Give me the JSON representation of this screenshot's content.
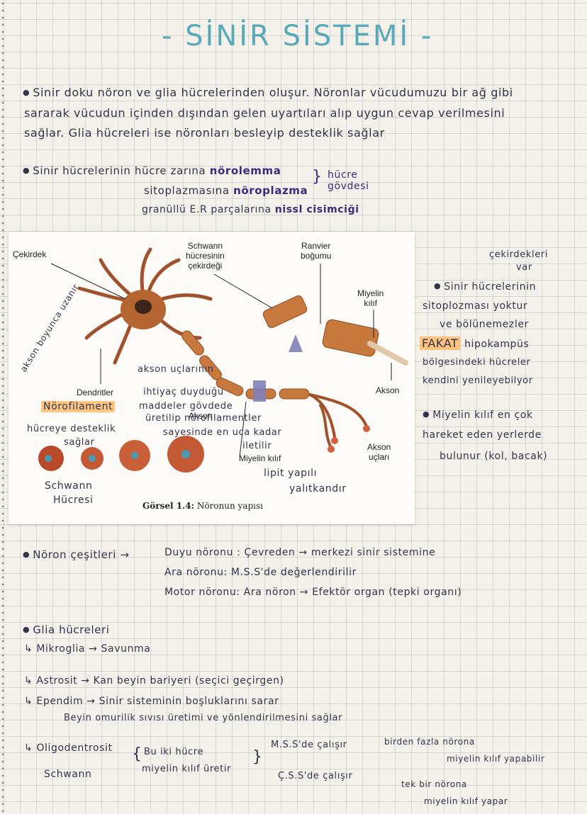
{
  "title": "- SİNİR SİSTEMİ -",
  "intro": {
    "line1": "Sinir doku nöron ve glia hücrelerinden oluşur. Nöronlar vücudumuzu bir ağ gibi",
    "line2": "sararak vücudun içinden dışından gelen uyartıları alıp uygun cevap verilmesini",
    "line3": "sağlar. Glia hücreleri ise nöronları besleyip desteklik sağlar"
  },
  "cells": {
    "line1a": "Sinir hücrelerinin hücre zarına",
    "line1b": "nörolemma",
    "line2a": "sitoplazmasına",
    "line2b": "nöroplazma",
    "line3a": "granüllü E.R parçalarına",
    "line3b": "nissl cisimciği",
    "brace_label1": "hücre",
    "brace_label2": "gövdesi"
  },
  "figure": {
    "labels": {
      "nucleus": "Çekirdek",
      "schwann_nucleus": "Schwann\nhücresinin\nçekirdeği",
      "ranvier": "Ranvier\nboğumu",
      "myelin_sheath_top": "Miyelin\nkılıf",
      "axon_right": "Akson",
      "dendrites": "Dendritler",
      "axon_mid": "Akson",
      "myelin_sheath_bottom": "Miyelin kılıf",
      "axon_terminals": "Akson\nuçları"
    },
    "caption_bold": "Görsel 1.4:",
    "caption_text": " Nöronun yapısı"
  },
  "notes": {
    "axon_length": "akson boyunca uzanır",
    "akson_uclari": "akson uçlarının",
    "ihtiyac": "ihtiyaç duyduğu",
    "maddeler": "maddeler gövdede",
    "uretilip": "üretilip nörofilamentler",
    "sayesinde": "sayesinde en uca kadar",
    "iletilir": "iletilir",
    "norofilament": "Nörofilament",
    "hucreye": "hücreye desteklik",
    "saglar": "sağlar",
    "schwann1": "Schwann",
    "schwann2": "Hücresi",
    "lipit1": "lipit yapılı",
    "lipit2": "yalıtkandır",
    "cekirdekleri": "çekirdekleri",
    "var": "var",
    "side1": "Sinir hücrelerinin",
    "side2": "sitoplozması yoktur",
    "side3": "ve bölünemezler",
    "fakat": "FAKAT",
    "side4": "hipokampüs",
    "side5": "bölgesindeki hücreler",
    "side6": "kendini yenileyebilyor",
    "myelin1": "Miyelin kılıf en çok",
    "myelin2": "hareket eden yerlerde",
    "myelin3": "bulunur (kol, bacak)"
  },
  "neurons": {
    "label": "Nöron çeşitleri",
    "row1": "Duyu nöronu : Çevreden → merkezi sinir sistemine",
    "row2": "Ara nöronu: M.S.S'de değerlendirilir",
    "row3": "Motor nöronu: Ara nöron → Efektör organ (tepki organı)"
  },
  "glia": {
    "heading": "Glia hücreleri",
    "item1": "↳ Mikroglia → Savunma",
    "item2": "↳ Astrosit → Kan beyin bariyeri (seçici geçirgen)",
    "item3": "↳ Ependim → Sinir sisteminin boşluklarını sarar",
    "item3b": "Beyin omurilik sıvısı üretimi ve yönlendirilmesini sağlar",
    "item4a": "↳ Oligodentrosit",
    "item4b": "Schwann",
    "bu_iki": "Bu iki hücre",
    "miyelin_uretir": "miyelin kılıf üretir",
    "mss": "M.S.S'de çalışır",
    "cok": "birden fazla nörona",
    "cok2": "miyelin kılıf yapabilir",
    "css": "Ç.S.S'de çalışır",
    "tek": "tek bir nörona",
    "tek2": "miyelin kılıf yapar"
  },
  "colors": {
    "title": "#5aa9b8",
    "highlight": "#ffb050",
    "ink": "#33334a",
    "purple": "#3a2a7a"
  }
}
